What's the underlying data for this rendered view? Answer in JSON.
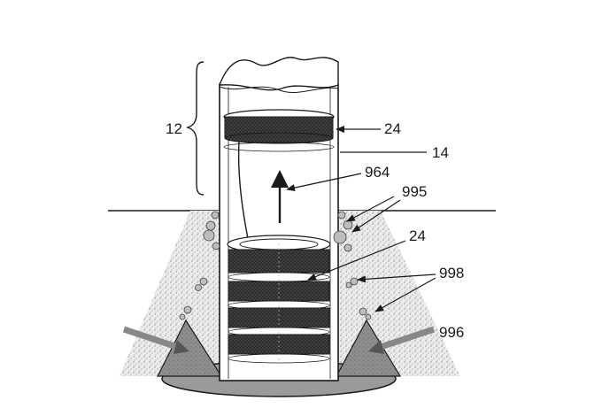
{
  "labels": {
    "l12": "12",
    "l24_top": "24",
    "l14": "14",
    "l964": "964",
    "l995": "995",
    "l24_bottom": "24",
    "l998": "998",
    "l996": "996"
  },
  "colors": {
    "ink": "#1a1a1a",
    "sand": "#d9d9d9",
    "cone": "#8a8a8a",
    "disc": "#2e2e2e"
  }
}
